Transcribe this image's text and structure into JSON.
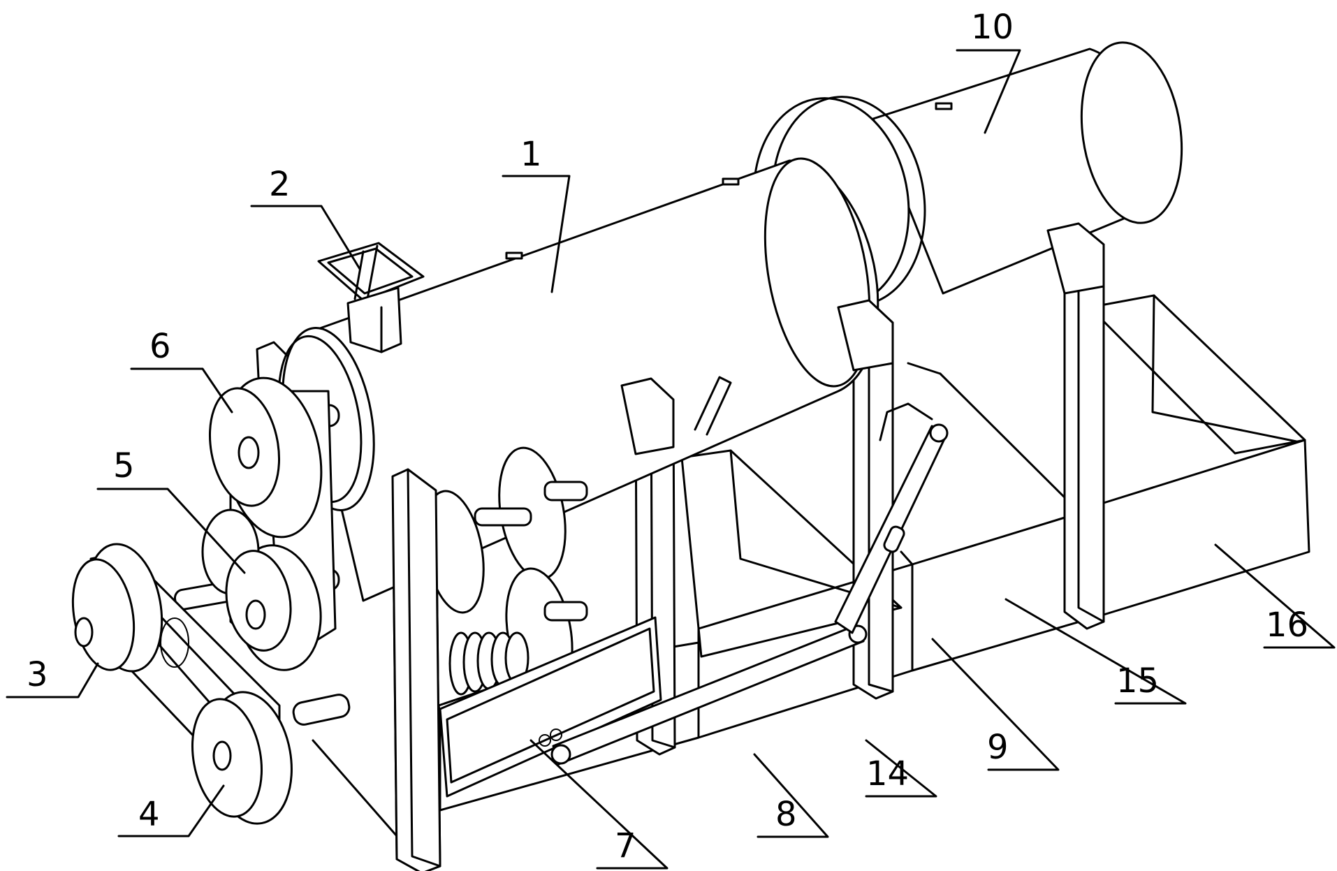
{
  "labels": [
    {
      "id": "1",
      "text": "1"
    },
    {
      "id": "2",
      "text": "2"
    },
    {
      "id": "3",
      "text": "3"
    },
    {
      "id": "4",
      "text": "4"
    },
    {
      "id": "5",
      "text": "5"
    },
    {
      "id": "6",
      "text": "6"
    },
    {
      "id": "7",
      "text": "7"
    },
    {
      "id": "8",
      "text": "8"
    },
    {
      "id": "9",
      "text": "9"
    },
    {
      "id": "10",
      "text": "10"
    },
    {
      "id": "14",
      "text": "14"
    },
    {
      "id": "15",
      "text": "15"
    },
    {
      "id": "16",
      "text": "16"
    }
  ],
  "colors": {
    "line": "#000000",
    "background": "#ffffff"
  }
}
